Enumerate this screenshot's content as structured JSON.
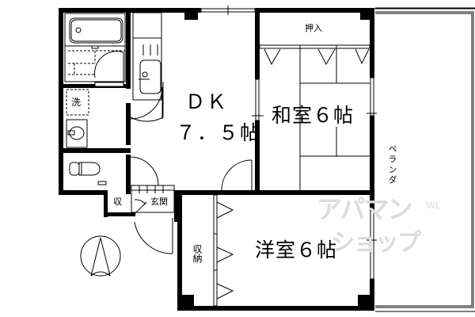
{
  "floor_plan": {
    "rooms": {
      "dk": {
        "label_line1": "ＤＫ",
        "label_line2": "７．５帖"
      },
      "washitsu": {
        "label": "和室６帖"
      },
      "youshitsu": {
        "label": "洋室６帖"
      },
      "oshiire": {
        "label": "押入"
      },
      "senmen": {
        "label": "洗"
      },
      "shuno_small": {
        "label": "収"
      },
      "genkan": {
        "label": "玄関"
      },
      "shuno": {
        "label": "収納"
      },
      "veranda": {
        "label": "ベランダ"
      }
    },
    "compass": {
      "direction": "north"
    },
    "watermark": {
      "line1": "アパマン",
      "line2": "ショップ",
      "superscript": "WL"
    },
    "colors": {
      "wall": "#000000",
      "background": "#ffffff",
      "watermark": "#dcdcdc"
    }
  }
}
